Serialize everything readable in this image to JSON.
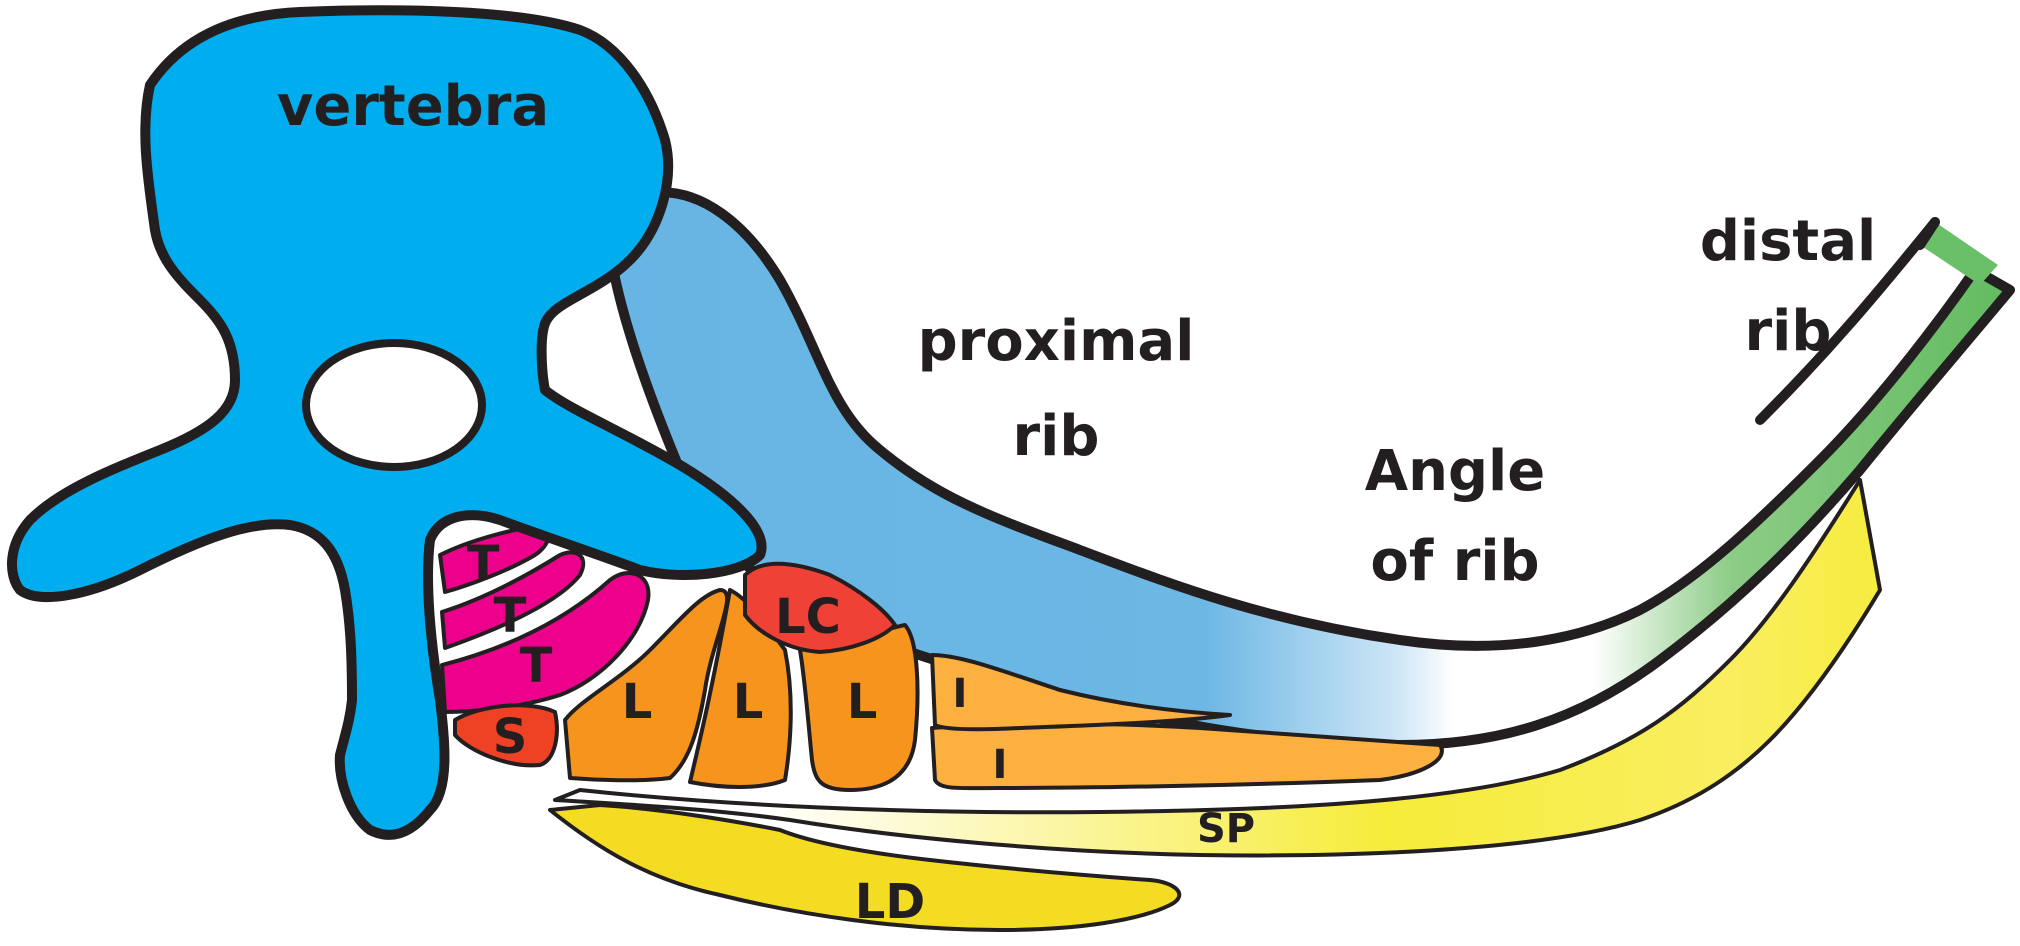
{
  "labels": {
    "vertebra": "vertebra",
    "proximal_rib_1": "proximal",
    "proximal_rib_2": "rib",
    "distal_rib_1": "distal",
    "distal_rib_2": "rib",
    "angle_1": "Angle",
    "angle_2": "of rib"
  },
  "muscles": {
    "t1": "T",
    "t2": "T",
    "t3": "T",
    "s": "S",
    "lc": "LC",
    "l1": "L",
    "l2": "L",
    "l3": "L",
    "i1": "I",
    "i2": "I",
    "sp": "SP",
    "ld": "LD"
  },
  "colors": {
    "vertebra": "#00aeef",
    "proximal_rib": "#67b5e4",
    "distal_rib": "#6abf69",
    "transversospinalis": "#ec008c",
    "semispinalis": "#ef4123",
    "longissimus_capitis": "#ef4136",
    "longissimus": "#f7941d",
    "iliocostalis": "#fbb040",
    "serratus_posterior": "#f7ec3a",
    "latissimus_dorsi": "#f4dc23",
    "outline": "#231f20"
  }
}
